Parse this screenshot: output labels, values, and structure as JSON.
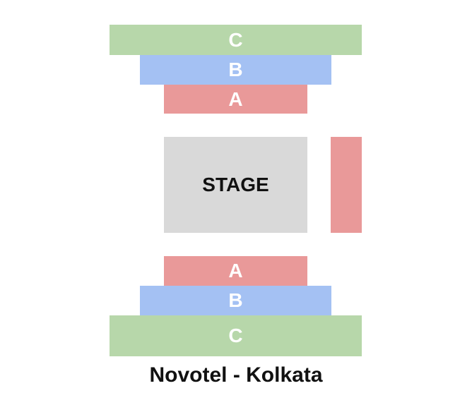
{
  "colors": {
    "section_c": "#b7d7aa",
    "section_b": "#a4c1f3",
    "section_a": "#e99999",
    "stage": "#d9d9d9"
  },
  "top": {
    "c_label": "C",
    "b_label": "B",
    "a_label": "A"
  },
  "stage": {
    "label": "STAGE"
  },
  "bottom": {
    "a_label": "A",
    "b_label": "B",
    "c_label": "C"
  },
  "venue": {
    "name": "Novotel - Kolkata"
  }
}
